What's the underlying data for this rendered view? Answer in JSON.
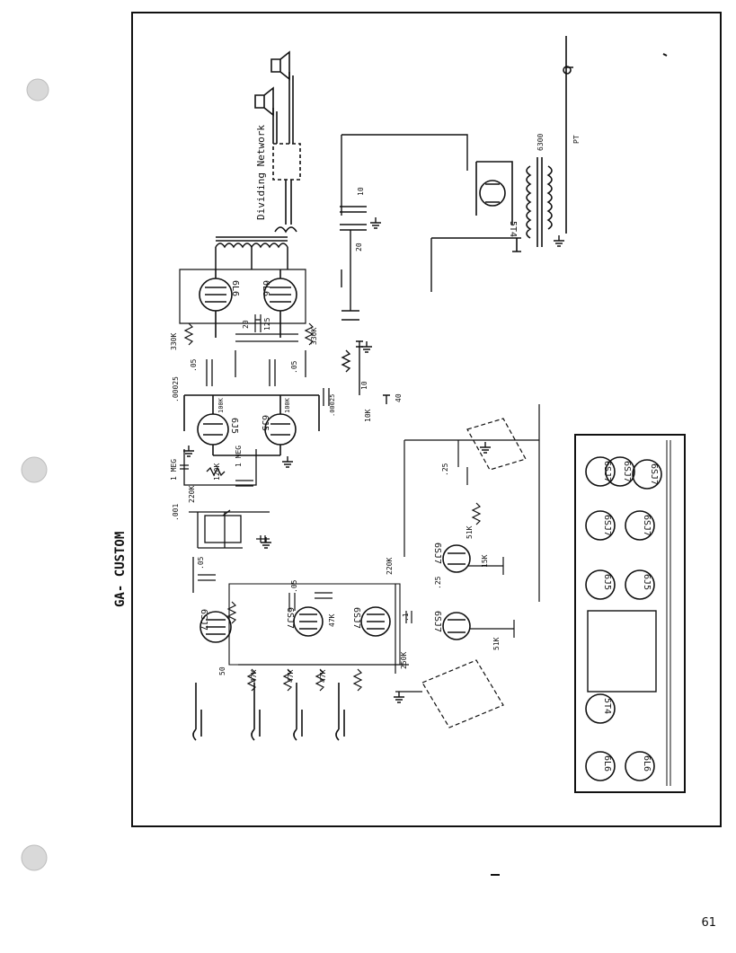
{
  "page_number": "61",
  "schematic": {
    "title": "GA- CUSTOM",
    "divider_label": "Dividing Network",
    "tubes": {
      "rectifier": "5T4",
      "output_upper": "6L6",
      "output_lower": "6L6",
      "driver_upper": "6J5",
      "driver_lower": "6J5",
      "preamp_1": "6SJ7",
      "preamp_2": "6SJ7",
      "preamp_3": "6SJ7",
      "preamp_4": "6SJ7",
      "preamp_5": "6SJ7"
    },
    "components": {
      "r_330k_a": "330K",
      "r_330k_b": "330K",
      "r_100k_a": "100K",
      "r_100k_b": "100K",
      "r_1meg_a": "1 MEG",
      "r_1meg_b": "1 MEG",
      "r_120k": "120K",
      "r_220k_a": "220K",
      "r_220k_b": "220K",
      "r_47k_a": "47K",
      "r_47k_b": "47K",
      "r_47k_c": "47K",
      "r_47k_d": "47K",
      "r_51k_a": "51K",
      "r_51k_b": "51K",
      "r_15k": "15K",
      "r_250k": "250K",
      "r_10k": "10K",
      "c_05_a": ".05",
      "c_05_b": ".05",
      "c_05_c": ".05",
      "c_05_d": ".05",
      "c_25_a": ".25",
      "c_25_b": ".25",
      "c_0025": ".00025",
      "c_001": ".001",
      "c_1": ".1",
      "c_10_a": "10",
      "c_10_b": "10",
      "c_20_a": "20",
      "c_20_b": "20",
      "c_40": "40",
      "c_50": "50",
      "c_125": "125",
      "transformer_ratio": "6300",
      "power_label": "PT"
    },
    "layout_panel": {
      "tubes": [
        "6L6",
        "6L6",
        "5T4",
        "6J5",
        "6J5",
        "6SJ7",
        "6SJ7",
        "6SJ7",
        "6SJ7",
        "6SJ7"
      ]
    }
  }
}
